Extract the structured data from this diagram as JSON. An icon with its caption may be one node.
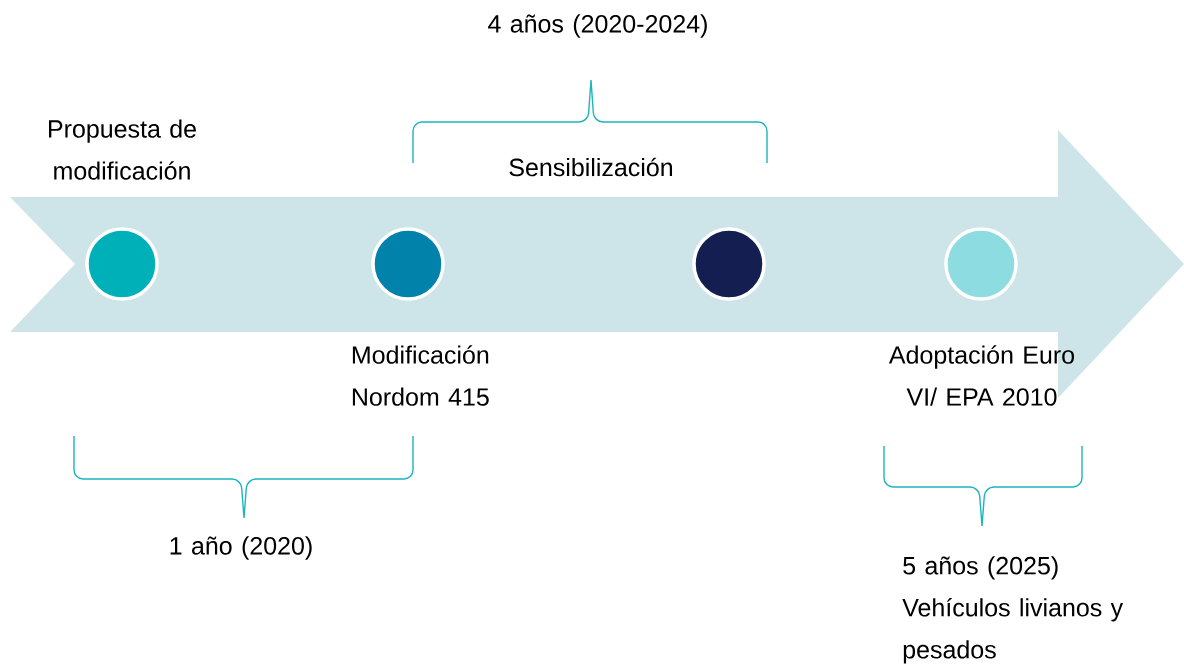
{
  "diagram": {
    "nodes": [
      {
        "text": [],
        "shape": "arrow"
      },
      {
        "text": [],
        "shape": "circle",
        "in": 0,
        "beside": [
          "Propuesta de modificación"
        ]
      },
      {
        "text": [],
        "shape": "circle",
        "in": 0,
        "beside": [
          "Modificación Nordom 415"
        ]
      },
      {
        "text": [],
        "shape": "circle",
        "in": 0
      },
      {
        "text": [],
        "shape": "circle",
        "in": 0,
        "beside": [
          "Adoptación Euro VI/ EPA 2010"
        ]
      }
    ],
    "labels": [
      "4 años (2020-2024)",
      "Sensibilización",
      "1 año (2020)",
      "5 años (2025) Vehículos livianos y pesados"
    ]
  }
}
